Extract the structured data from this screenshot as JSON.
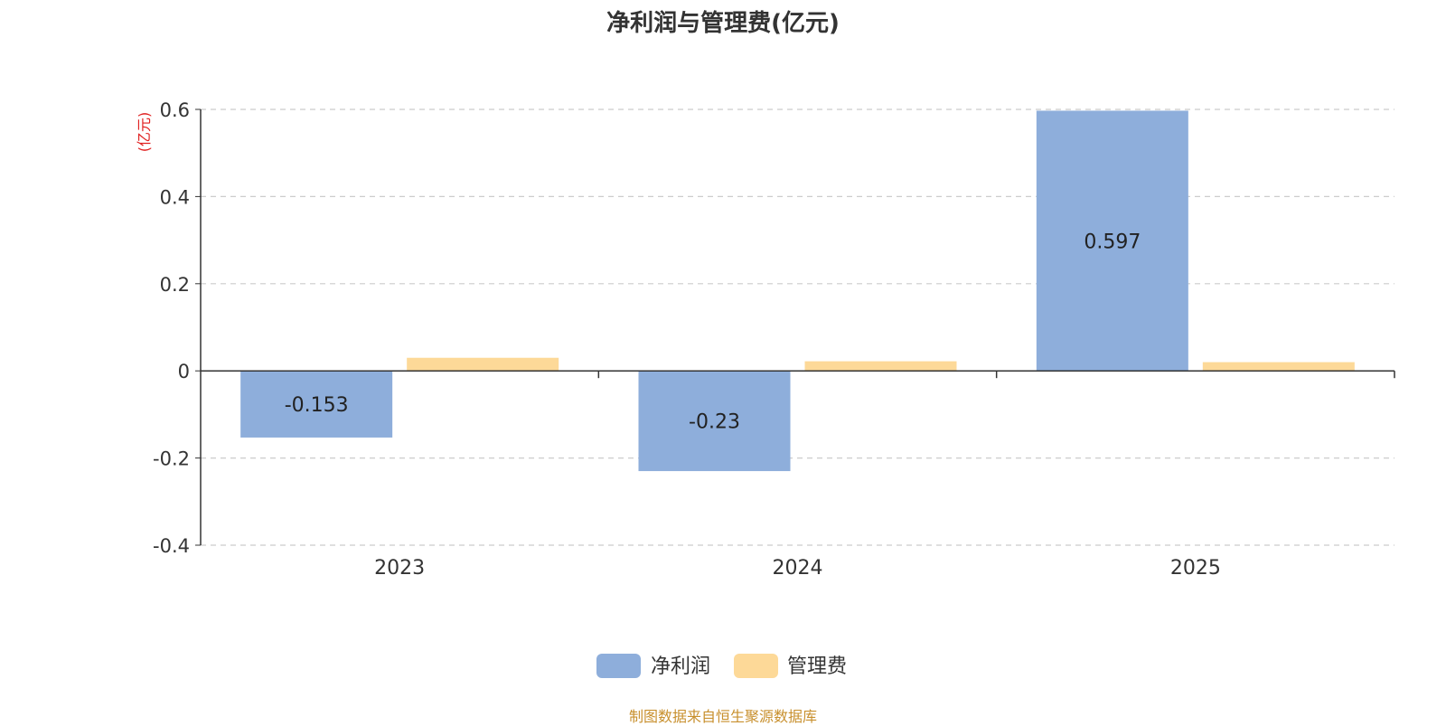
{
  "chart_data": {
    "type": "bar",
    "title": "净利润与管理费(亿元)",
    "ylabel": "(亿元)",
    "xlabel": "",
    "categories": [
      "2023",
      "2024",
      "2025"
    ],
    "series": [
      {
        "name": "净利润",
        "values": [
          -0.153,
          -0.23,
          0.597
        ],
        "data_labels": [
          "-0.153",
          "-0.23",
          "0.597"
        ]
      },
      {
        "name": "管理费",
        "values": [
          0.03,
          0.022,
          0.02
        ]
      }
    ],
    "ylim": [
      -0.4,
      0.6
    ],
    "yticks": [
      -0.4,
      -0.2,
      0,
      0.2,
      0.4,
      0.6
    ],
    "ytick_labels": [
      "-0.4",
      "-0.2",
      "0",
      "0.2",
      "0.4",
      "0.6"
    ],
    "grid": true,
    "legend_position": "bottom",
    "colors": [
      "#8eaedb",
      "#fdd998"
    ],
    "source": "制图数据来自恒生聚源数据库"
  }
}
